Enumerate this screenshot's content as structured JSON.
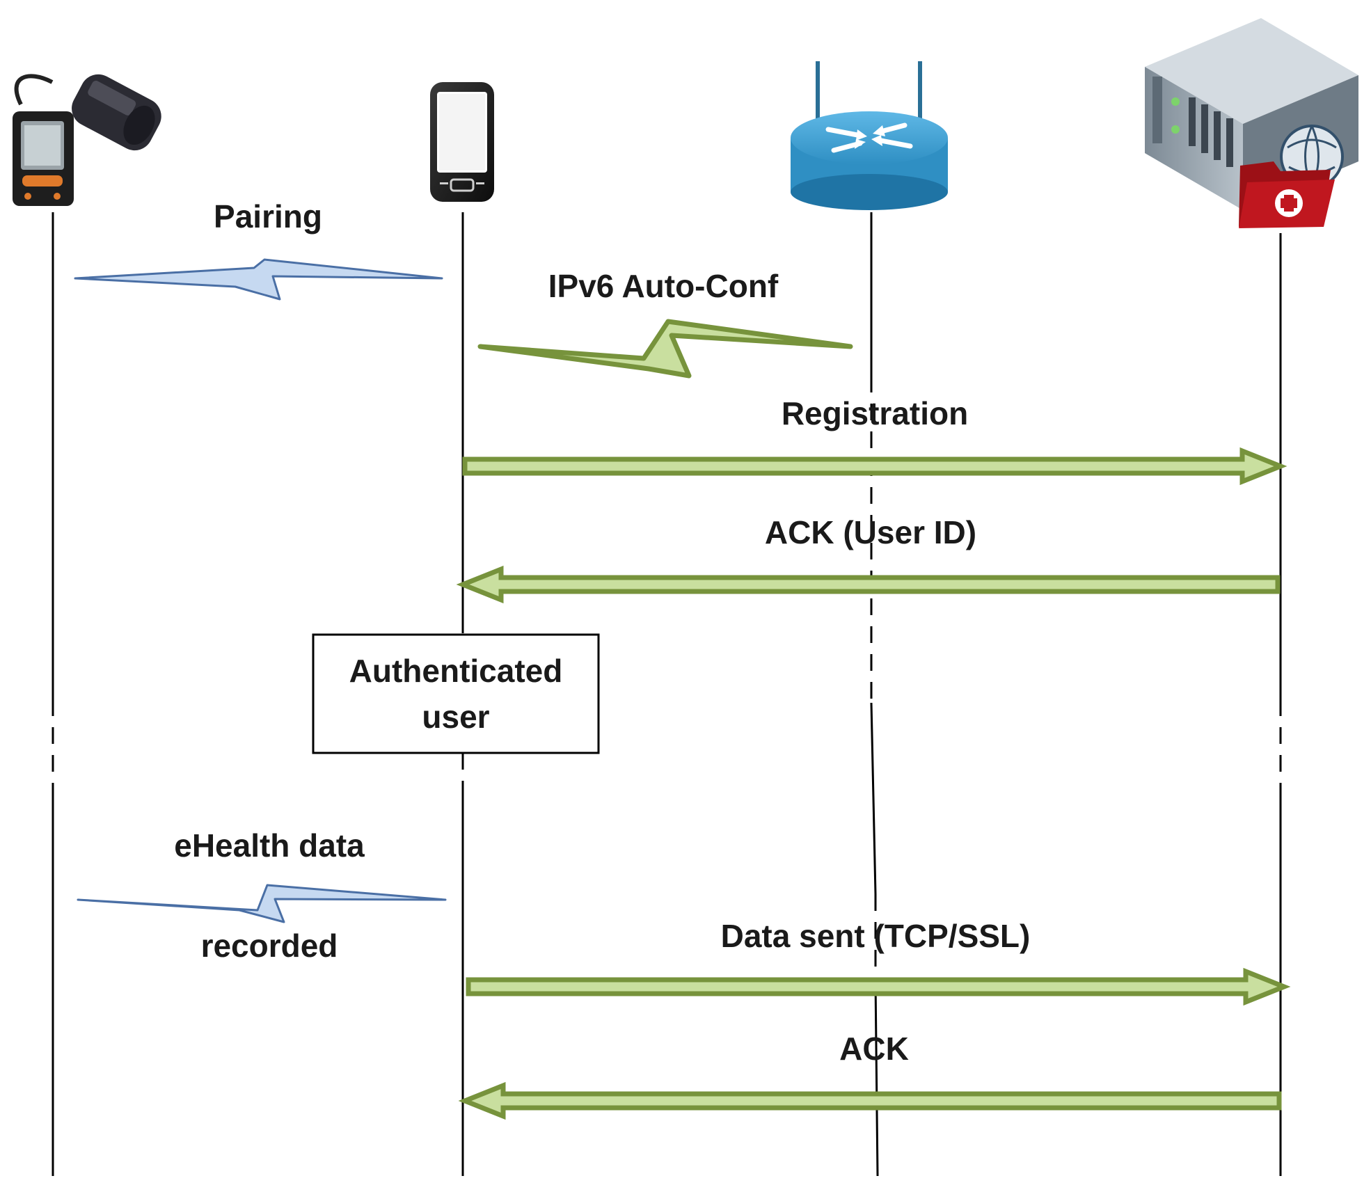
{
  "messages": {
    "pairing": "Pairing",
    "ipv6": "IPv6 Auto-Conf",
    "registration": "Registration",
    "ack_user_id": "ACK (User ID)",
    "ehealth_line1": "eHealth data",
    "ehealth_line2": "recorded",
    "data_sent": "Data sent (TCP/SSL)",
    "ack": "ACK"
  },
  "note": {
    "line1": "Authenticated",
    "line2": "user"
  },
  "actors": [
    {
      "name": "blood-pressure-monitor",
      "icon": "blood-pressure-monitor-icon"
    },
    {
      "name": "smartphone",
      "icon": "smartphone-icon"
    },
    {
      "name": "router",
      "icon": "router-icon"
    },
    {
      "name": "health-server",
      "icon": "medical-server-icon"
    }
  ],
  "colors": {
    "green_arrow_fill": "#c9df9f",
    "green_arrow_stroke": "#77933c",
    "blue_bolt_fill": "#c6d9f1",
    "blue_bolt_stroke": "#4a6fa5",
    "router_blue": "#2f8fc3",
    "server_red": "#c0171f"
  }
}
